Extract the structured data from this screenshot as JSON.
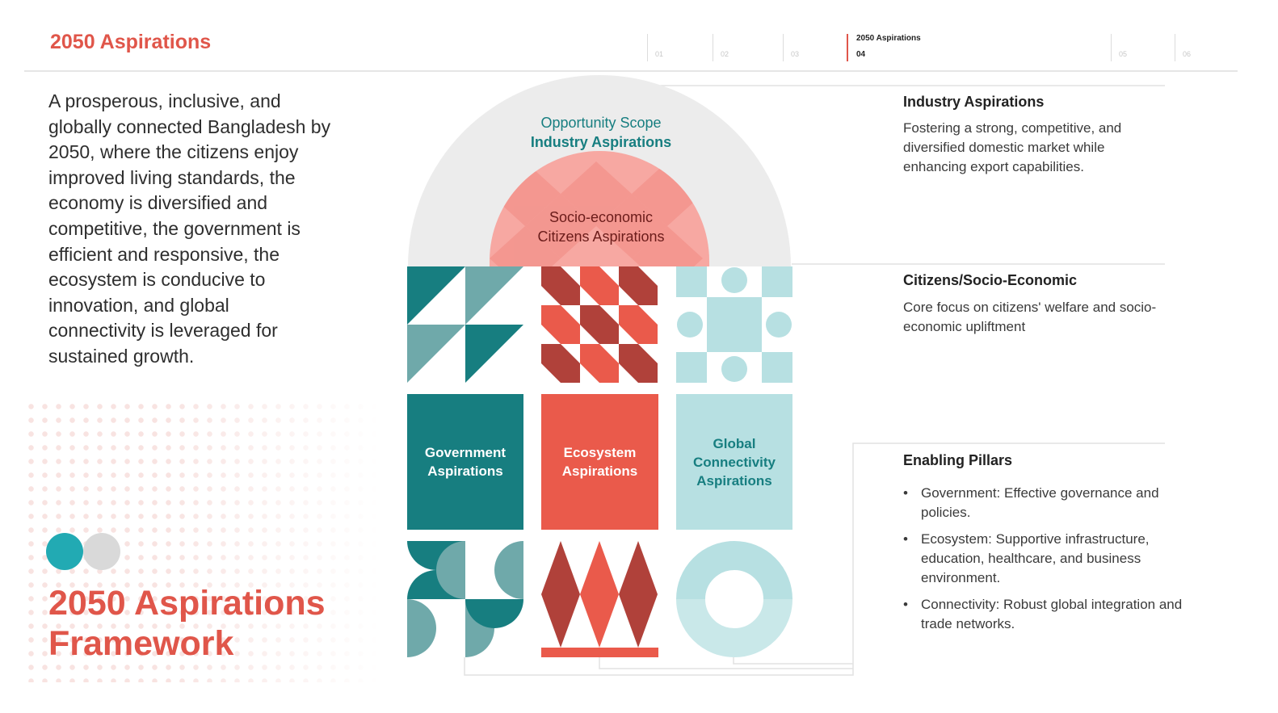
{
  "header": {
    "title": "2050 Aspirations",
    "steps": [
      {
        "num": "01"
      },
      {
        "num": "02"
      },
      {
        "num": "03"
      },
      {
        "num": "04",
        "label": "2050 Aspirations",
        "active": true
      },
      {
        "num": "05"
      },
      {
        "num": "06"
      }
    ]
  },
  "vision": "A prosperous, inclusive, and globally connected Bangladesh by 2050, where the citizens enjoy improved living standards, the economy is diversified and competitive, the government is efficient and responsive, the ecosystem is conducive to innovation, and global connectivity is leveraged for sustained growth.",
  "framework_title_line1": "2050 Aspirations",
  "framework_title_line2": "Framework",
  "diagram": {
    "outer_arch": {
      "line1": "Opportunity Scope",
      "line2": "Industry Aspirations"
    },
    "inner_arch": {
      "line1": "Socio-economic",
      "line2": "Citizens Aspirations"
    },
    "blocks": [
      {
        "line1": "Government",
        "line2": "Aspirations"
      },
      {
        "line1": "Ecosystem",
        "line2": "Aspirations"
      },
      {
        "line1": "Global",
        "line2": "Connectivity",
        "line3": "Aspirations"
      }
    ]
  },
  "right": {
    "industry": {
      "heading": "Industry Aspirations",
      "body": "Fostering a strong, competitive, and diversified domestic market while enhancing export capabilities."
    },
    "citizens": {
      "heading": "Citizens/Socio-Economic",
      "body": "Core focus on citizens' welfare and socio-economic upliftment"
    },
    "pillars": {
      "heading": "Enabling Pillars",
      "items": [
        "Government: Effective governance and policies.",
        "Ecosystem: Supportive infrastructure, education, healthcare, and business environment.",
        "Connectivity: Robust global integration and trade networks."
      ]
    }
  },
  "colors": {
    "teal": "#177e80",
    "teal_mid": "#6fa9aa",
    "teal_light": "#b7e0e2",
    "coral": "#ea5a4b",
    "dark_red": "#b0413a",
    "pink": "#f7a8a2",
    "gray": "#ececec"
  }
}
